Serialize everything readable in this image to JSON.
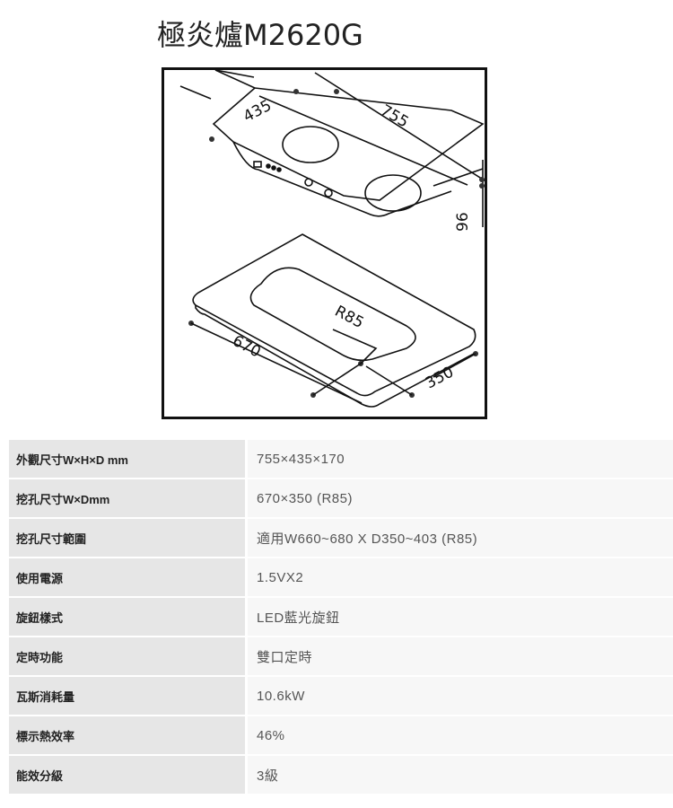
{
  "title": "極炎爐M2620G",
  "drawing": {
    "dims": {
      "depth": "435",
      "width": "755",
      "height": "96",
      "radius": "R85",
      "cut_width": "670",
      "cut_depth": "350"
    }
  },
  "specs": [
    {
      "label": "外觀尺寸W×H×D mm",
      "value": "755×435×170"
    },
    {
      "label": "挖孔尺寸W×Dmm",
      "value": "670×350 (R85)"
    },
    {
      "label": "挖孔尺寸範圍",
      "value": "適用W660~680 X D350~403 (R85)"
    },
    {
      "label": "使用電源",
      "value": "1.5VX2"
    },
    {
      "label": "旋鈕樣式",
      "value": "LED藍光旋鈕"
    },
    {
      "label": "定時功能",
      "value": "雙口定時"
    },
    {
      "label": "瓦斯消耗量",
      "value": "10.6kW"
    },
    {
      "label": "標示熱效率",
      "value": "46%"
    },
    {
      "label": "能效分級",
      "value": "3級"
    }
  ]
}
